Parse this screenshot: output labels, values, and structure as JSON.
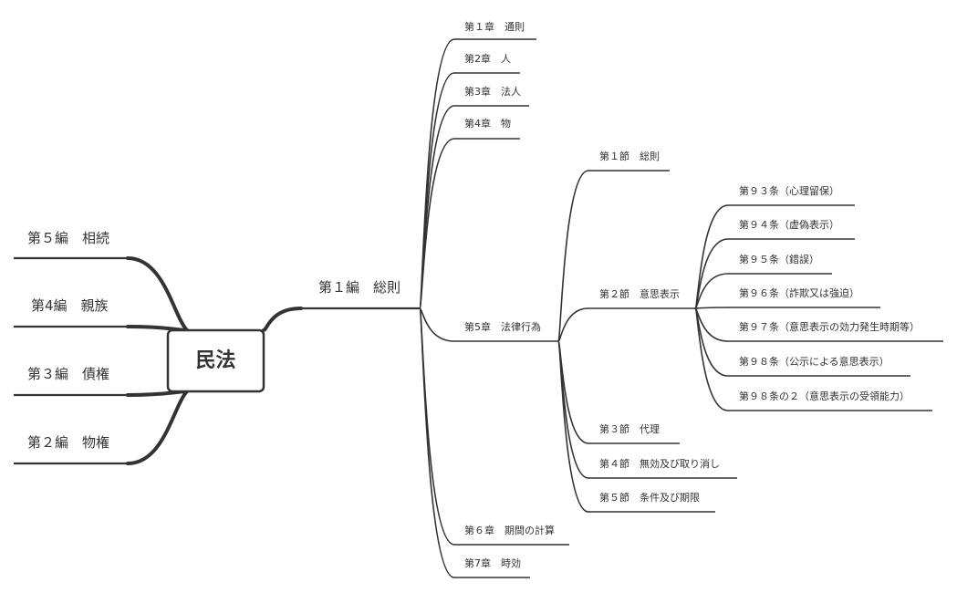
{
  "root": {
    "label": "民法"
  },
  "left_branches": [
    {
      "label": "第５編　相続"
    },
    {
      "label": "第4編　親族"
    },
    {
      "label": "第３編　債権"
    },
    {
      "label": "第２編　物権"
    }
  ],
  "right_branch": {
    "label": "第１編　総則",
    "chapters": [
      {
        "label": "第１章　通則"
      },
      {
        "label": "第2章　人"
      },
      {
        "label": "第3章　法人"
      },
      {
        "label": "第4章　物"
      },
      {
        "label": "第5章　法律行為",
        "sections": [
          {
            "label": "第１節　総則"
          },
          {
            "label": "第２節　意思表示",
            "articles": [
              {
                "label": "第９３条（心理留保）"
              },
              {
                "label": "第９４条（虚偽表示）"
              },
              {
                "label": "第９５条（錯誤）"
              },
              {
                "label": "第９６条（詐欺又は強迫）"
              },
              {
                "label": "第９７条（意思表示の効力発生時期等）"
              },
              {
                "label": "第９８条（公示による意思表示）"
              },
              {
                "label": "第９８条の２（意思表示の受領能力）"
              }
            ]
          },
          {
            "label": "第３節　代理"
          },
          {
            "label": "第４節　無効及び取り消し"
          },
          {
            "label": "第５節　条件及び期限"
          }
        ]
      },
      {
        "label": "第６章　期間の計算"
      },
      {
        "label": "第7章　時効"
      }
    ]
  }
}
